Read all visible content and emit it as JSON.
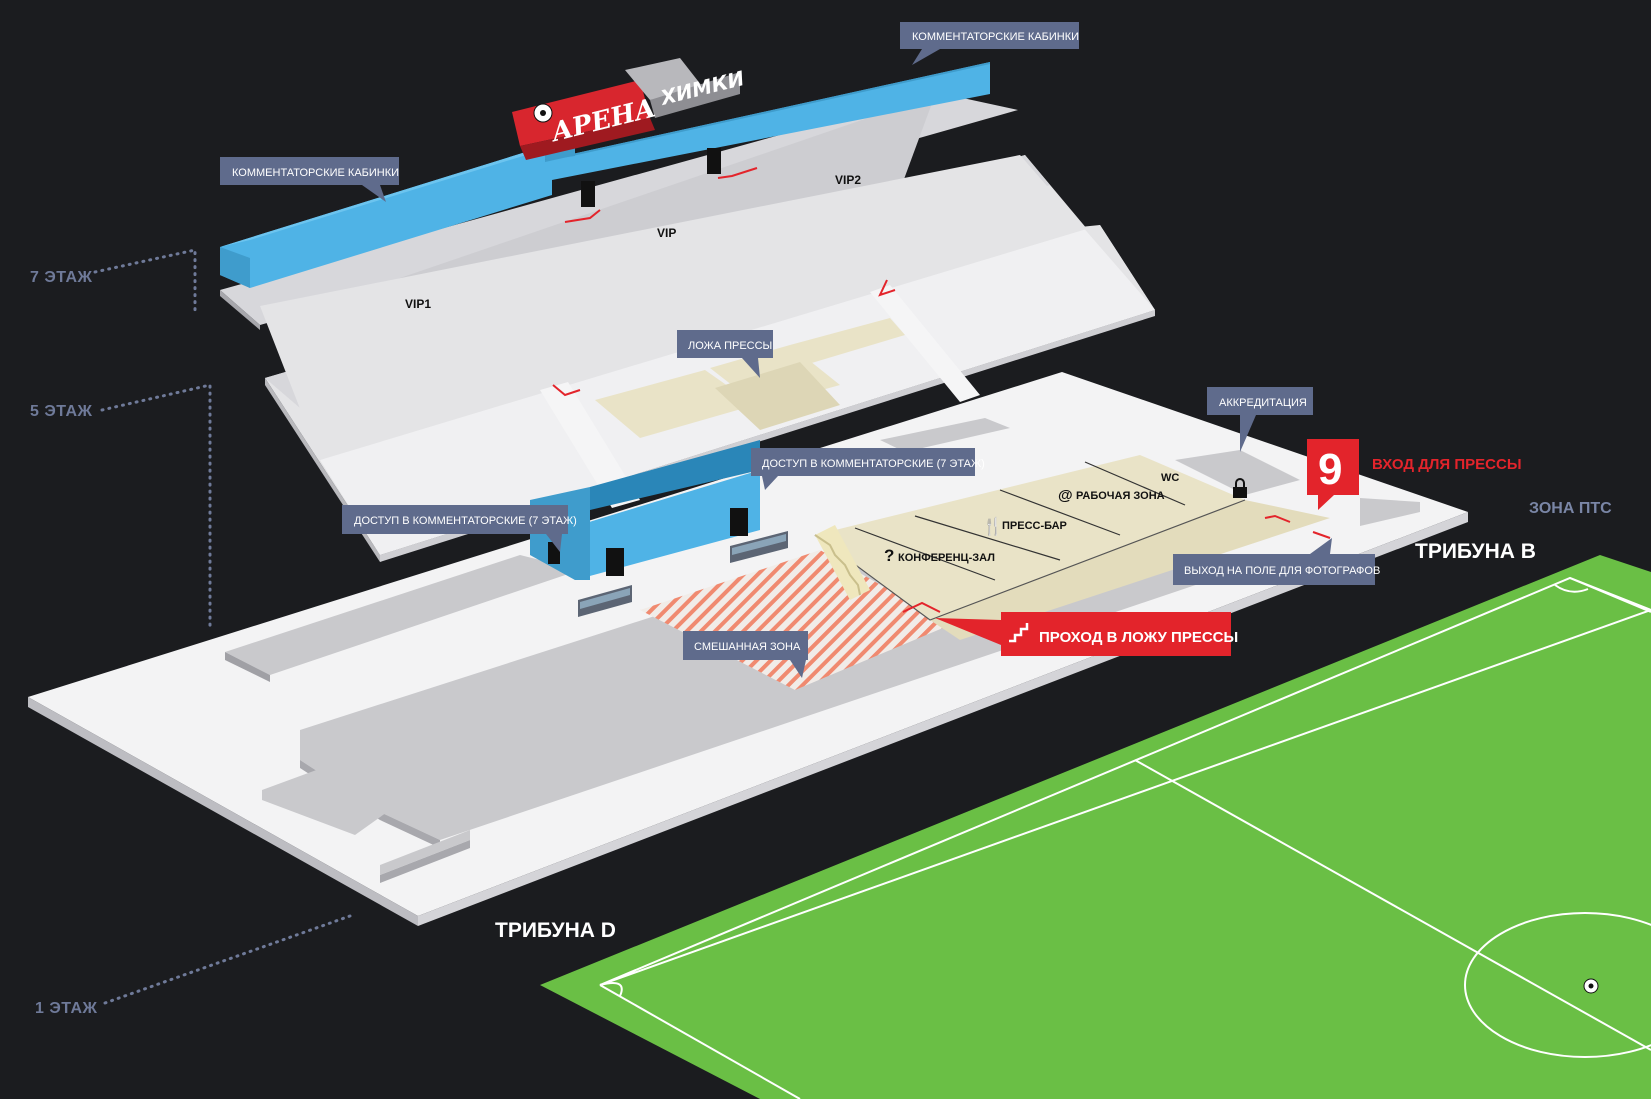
{
  "floors": {
    "floor7": "7 ЭТАЖ",
    "floor5": "5 ЭТАЖ",
    "floor1": "1 ЭТАЖ"
  },
  "callouts": {
    "commentator_booths_top": "КОММЕНТАТОРСКИЕ КАБИНКИ",
    "commentator_booths_left": "КОММЕНТАТОРСКИЕ КАБИНКИ",
    "press_box": "ЛОЖА ПРЕССЫ",
    "accreditation": "АККРЕДИТАЦИЯ",
    "commentary_access_right": "ДОСТУП В КОММЕНТАТОРСКИЕ (7 ЭТАЖ)",
    "commentary_access_left": "ДОСТУП В КОММЕНТАТОРСКИЕ (7 ЭТАЖ)",
    "photographers_exit": "ВЫХОД НА ПОЛЕ ДЛЯ ФОТОГРАФОВ",
    "mixed_zone": "СМЕШАННАЯ ЗОНА"
  },
  "zones": {
    "vip": "VIP",
    "vip1": "VIP1",
    "vip2": "VIP2",
    "wc": "WC",
    "work_zone": "РАБОЧАЯ ЗОНА",
    "press_bar": "ПРЕСС-БАР",
    "conference_hall": "КОНФЕРЕНЦ-ЗАЛ"
  },
  "zone_icons": {
    "work_zone": "at-icon",
    "press_bar": "fork-knife-icon",
    "conference_hall": "question-icon"
  },
  "press_entry": {
    "gate_number": "9",
    "label": "ВХОД ДЛЯ ПРЕССЫ"
  },
  "press_box_passage": {
    "label": "ПРОХОД В ЛОЖУ ПРЕССЫ",
    "icon": "stairs-icon"
  },
  "ptc_zone": "ЗОНА ПТС",
  "stands": {
    "stand_b": "ТРИБУНА B",
    "stand_d": "ТРИБУНА D"
  },
  "logo": {
    "word1": "АРЕНА",
    "word2": "ХИМКИ"
  },
  "colors": {
    "background": "#1b1c1f",
    "blue": "#4fb3e6",
    "red": "#e3242b",
    "callout": "#5f6b8c",
    "pitch": "#6abf45",
    "floor": "#ececee",
    "press_zone": "#e9e3c7"
  }
}
